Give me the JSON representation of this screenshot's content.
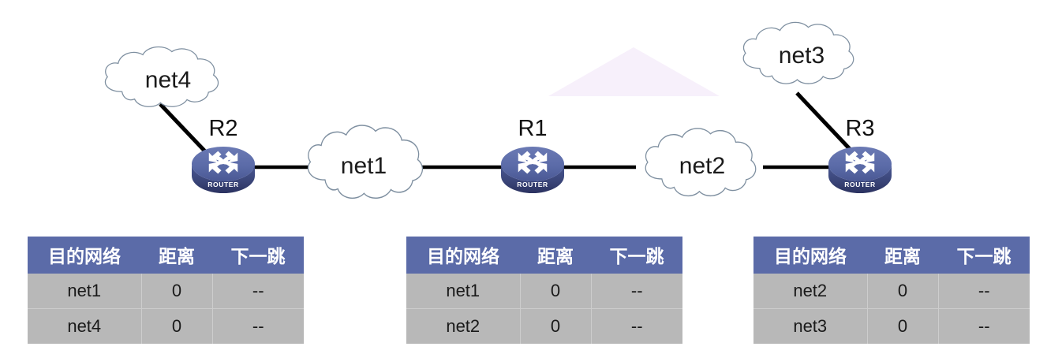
{
  "diagram": {
    "type": "network-topology",
    "title": "",
    "watermark": {
      "shape": "triangle",
      "color": "#f7f0fb"
    },
    "colors": {
      "router_top": "#5b6ba8",
      "router_body": "#3f4a7d",
      "router_base": "#2f3660",
      "table_header_bg": "#5b6ba8",
      "table_header_fg": "#ffffff",
      "table_body_bg": "#b8b8b8",
      "table_body_fg": "#1a1a1a",
      "cloud_stroke": "#7e8fa0",
      "cloud_fill": "#ffffff",
      "link_color": "#000000"
    },
    "clouds": [
      {
        "id": "net4",
        "label": "net4"
      },
      {
        "id": "net1",
        "label": "net1"
      },
      {
        "id": "net2",
        "label": "net2"
      },
      {
        "id": "net3",
        "label": "net3"
      }
    ],
    "routers": [
      {
        "id": "r2",
        "label": "R2",
        "badge": "ROUTER"
      },
      {
        "id": "r1",
        "label": "R1",
        "badge": "ROUTER"
      },
      {
        "id": "r3",
        "label": "R3",
        "badge": "ROUTER"
      }
    ],
    "links": [
      {
        "from": "net4",
        "to": "R2"
      },
      {
        "from": "R2",
        "to": "net1"
      },
      {
        "from": "net1",
        "to": "R1"
      },
      {
        "from": "R1",
        "to": "net2"
      },
      {
        "from": "net2",
        "to": "R3"
      },
      {
        "from": "net3",
        "to": "R3"
      }
    ]
  },
  "tables": [
    {
      "id": "table-r2",
      "router": "R2",
      "headers": [
        "目的网络",
        "距离",
        "下一跳"
      ],
      "rows": [
        {
          "dest": "net1",
          "distance": "0",
          "next_hop": "--"
        },
        {
          "dest": "net4",
          "distance": "0",
          "next_hop": "--"
        }
      ]
    },
    {
      "id": "table-r1",
      "router": "R1",
      "headers": [
        "目的网络",
        "距离",
        "下一跳"
      ],
      "rows": [
        {
          "dest": "net1",
          "distance": "0",
          "next_hop": "--"
        },
        {
          "dest": "net2",
          "distance": "0",
          "next_hop": "--"
        }
      ]
    },
    {
      "id": "table-r3",
      "router": "R3",
      "headers": [
        "目的网络",
        "距离",
        "下一跳"
      ],
      "rows": [
        {
          "dest": "net2",
          "distance": "0",
          "next_hop": "--"
        },
        {
          "dest": "net3",
          "distance": "0",
          "next_hop": "--"
        }
      ]
    }
  ]
}
